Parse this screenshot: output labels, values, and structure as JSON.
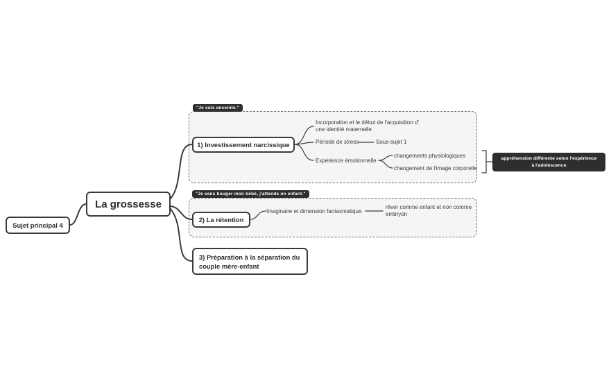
{
  "root": {
    "label": "Sujet principal 4"
  },
  "main": {
    "label": "La grossesse"
  },
  "branch1": {
    "caption": "\"Je suis enceinte.\"",
    "node_label": "1) Investissement narcissique",
    "incorporation": "Incorporation et le début de l'acquisition d'\nune identité maternelle",
    "stress": "Période de stress",
    "sous_sujet": "Sous-sujet 1",
    "experience": "Expérience émotionnelle",
    "physio": "changements physiologiques",
    "image_corporelle": "changement de l'image corporelle",
    "badge": "appréhension différente selon l'expérience\nà l'adolescence"
  },
  "branch2": {
    "caption": "\"Je sens bouger mon bébé, j'attends un enfant.\"",
    "node_label": "2) La rétention",
    "imaginaire": "Imaginaire et dimension fantasmatique",
    "rever": "rêver comme enfant et non comme\nembryon"
  },
  "branch3": {
    "node_label": "3) Préparation à la séparation du\ncouple mère-enfant"
  },
  "colors": {
    "badge_bg": "#2e2e2e",
    "node_border": "#3a3a3a",
    "boundary_bg": "#f5f5f5",
    "connector": "#3a3a3a"
  }
}
